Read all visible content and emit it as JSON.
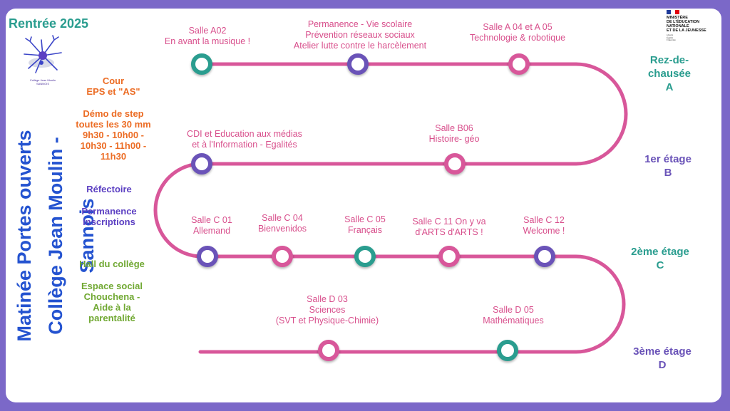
{
  "header": {
    "rentree": "Rentrée 2025"
  },
  "logo": {
    "caption_line1": "Collège Jean Moulin",
    "caption_line2": "SANNOIS"
  },
  "vertical_title": {
    "line1": "Matinée Portes ouverts",
    "line2": "Collège Jean Moulin - Sannois"
  },
  "side_labels": {
    "cour": "Cour",
    "eps": "EPS et \"AS\"",
    "step_line1": "Démo de step",
    "step_line2": "toutes les 30 mm",
    "step_line3": "9h30 - 10h00 -",
    "step_line4": "10h30 - 11h00 -",
    "step_line5": "11h30",
    "refectoire": "Réfectoire",
    "permanence_line1": "Permanence",
    "permanence_line2": "inscriptions",
    "hall": "Hall du collège",
    "espace_line1": "Espace social",
    "espace_line2": "Chouchena -",
    "espace_line3": "Aide à la",
    "espace_line4": "parentalité"
  },
  "ministry": {
    "line1": "MINISTÈRE",
    "line2": "DE L'ÉDUCATION",
    "line3": "NATIONALE",
    "line4": "ET DE LA JEUNESSE",
    "motto1": "Liberté",
    "motto2": "Égalité",
    "motto3": "Fraternité"
  },
  "floors": {
    "a": {
      "line1": "Rez-de-",
      "line2": "chausée",
      "line3": "A"
    },
    "b": {
      "line1": "1er étage",
      "line2": "B"
    },
    "c": {
      "line1": "2ème étage",
      "line2": "C"
    },
    "d": {
      "line1": "3ème étage",
      "line2": "D"
    }
  },
  "stops": {
    "a02": {
      "line1": "Salle A02",
      "line2": "En avant la musique !"
    },
    "perm": {
      "line1": "Permanence - Vie scolaire",
      "line2": "Prévention réseaux sociaux",
      "line3": "Atelier lutte contre le harcèlement"
    },
    "a04": {
      "line1": "Salle A 04  et A 05",
      "line2": "Technologie & robotique"
    },
    "cdi": {
      "line1": "CDI et Education aux médias",
      "line2": "et à l'Information - Egalités"
    },
    "b06": {
      "line1": "Salle B06",
      "line2": "Histoire- géo"
    },
    "c01": {
      "line1": "Salle C 01",
      "line2": "Allemand"
    },
    "c04": {
      "line1": "Salle C 04",
      "line2": "Bienvenidos"
    },
    "c05": {
      "line1": "Salle C 05",
      "line2": "Français"
    },
    "c11": {
      "line1": "Salle C 11  On y va",
      "line2": "d'ARTS d'ARTS !"
    },
    "c12": {
      "line1": "Salle C 12",
      "line2": "Welcome !"
    },
    "d03": {
      "line1": "Salle D 03",
      "line2": "Sciences",
      "line3": "(SVT et Physique-Chimie)"
    },
    "d05": {
      "line1": "Salle D 05",
      "line2": "Mathématiques"
    }
  },
  "colors": {
    "frame": "#7b68c8",
    "pink": "#d8579a",
    "teal": "#2a9d8f",
    "purple": "#6a53b8",
    "orange": "#ec6c24",
    "blue": "#2453d0",
    "green": "#70a832"
  }
}
